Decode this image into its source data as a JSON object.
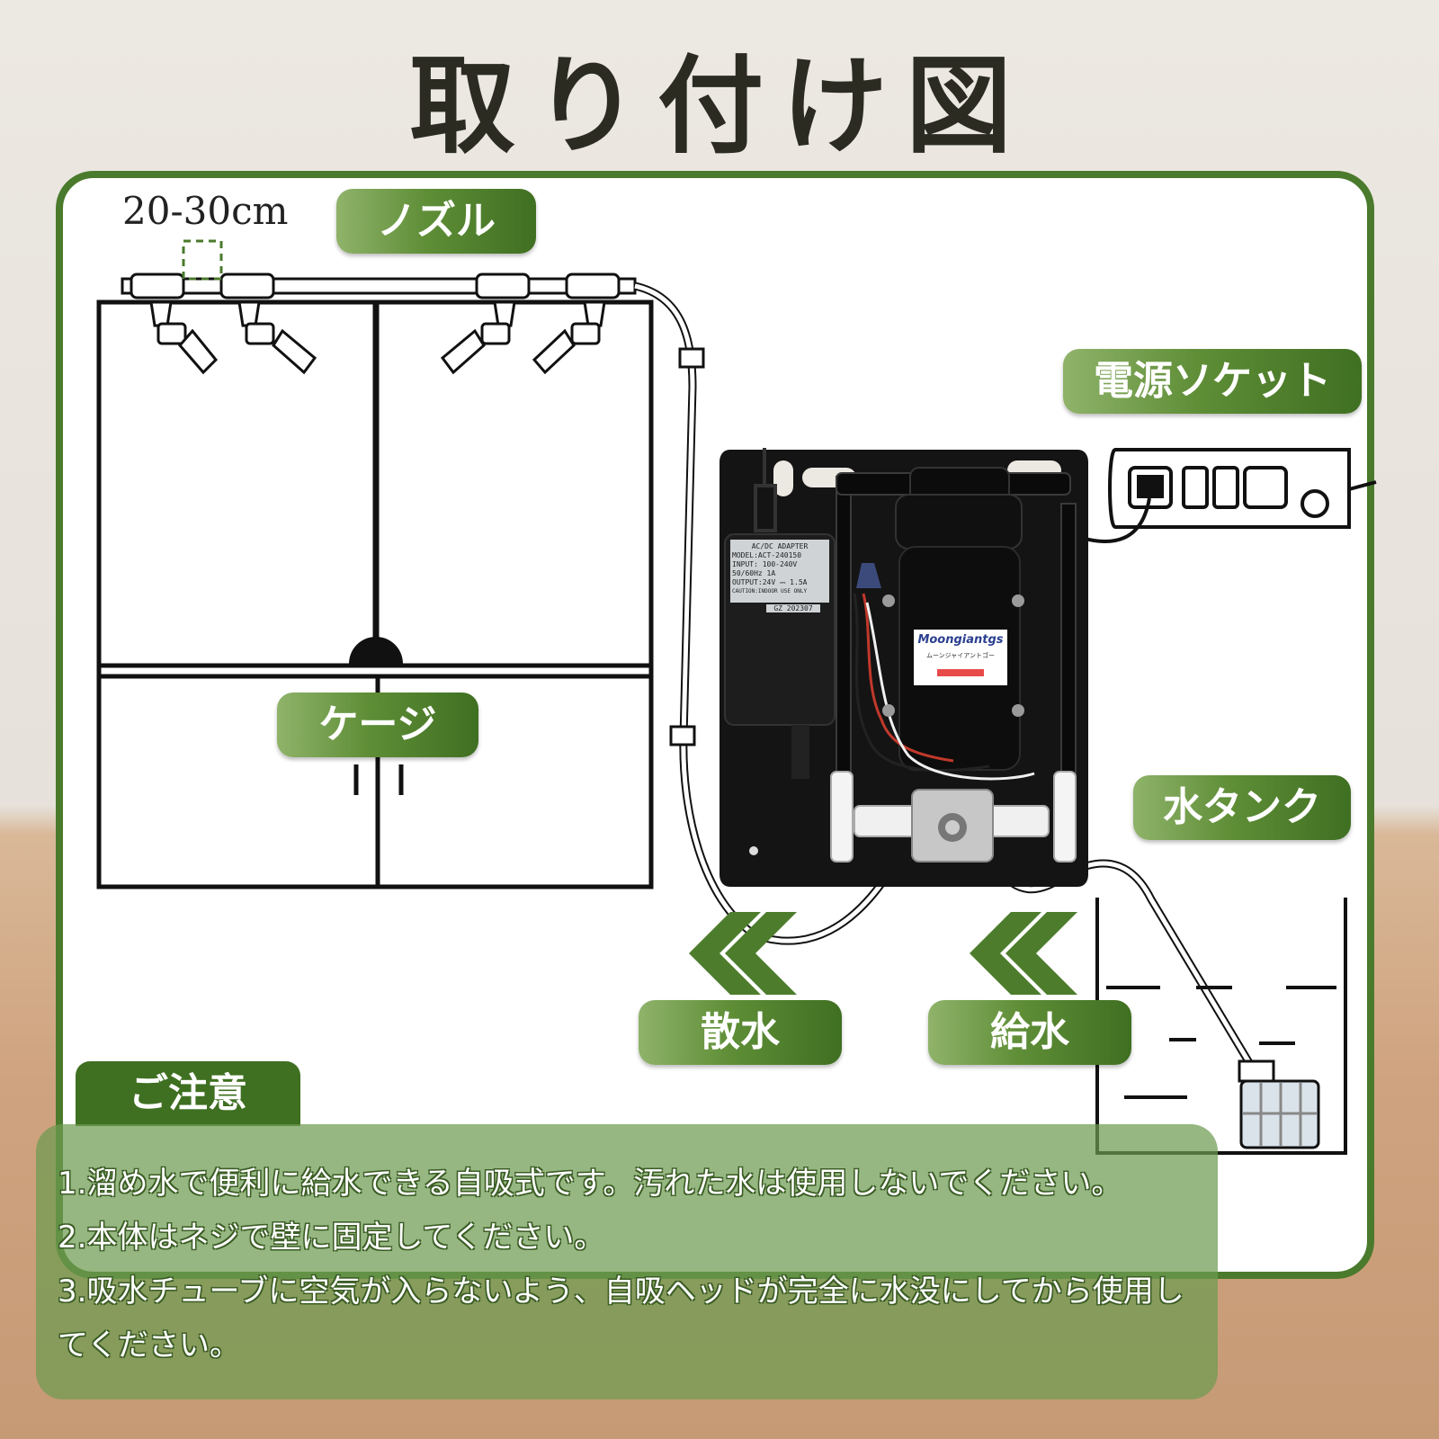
{
  "title": "取り付け図",
  "dimension": "20-30cm",
  "labels": {
    "nozzle": "ノズル",
    "cage": "ケージ",
    "socket": "電源ソケット",
    "tank": "水タンク",
    "spray": "散水",
    "supply": "給水"
  },
  "pump": {
    "brand": "Moongiantgs",
    "brand_sub": "ムーンジャイアントゴー",
    "adapter_title": "AC/DC ADAPTER",
    "adapter_model": "MODEL:ACT-240150",
    "adapter_input": "INPUT: 100-240V",
    "adapter_freq": "50/60Hz 1A",
    "adapter_output": "OUTPUT:24V ⎓ 1.5A",
    "adapter_caution": "CAUTION:INDOOR USE ONLY",
    "adapter_code": "GZ 202307"
  },
  "notice": {
    "heading": "ご注意",
    "items": [
      "1.溜め水で便利に給水できる自吸式です。汚れた水は使用しないでください。",
      "2.本体はネジで壁に固定してください。",
      "3.吸水チューブに空気が入らないよう、自吸ヘッドが完全に水没にしてから使用してください。"
    ]
  },
  "colors": {
    "accent": "#4a7a2c",
    "panel_border": "#4a7a2c",
    "pump_board": "#111111"
  }
}
